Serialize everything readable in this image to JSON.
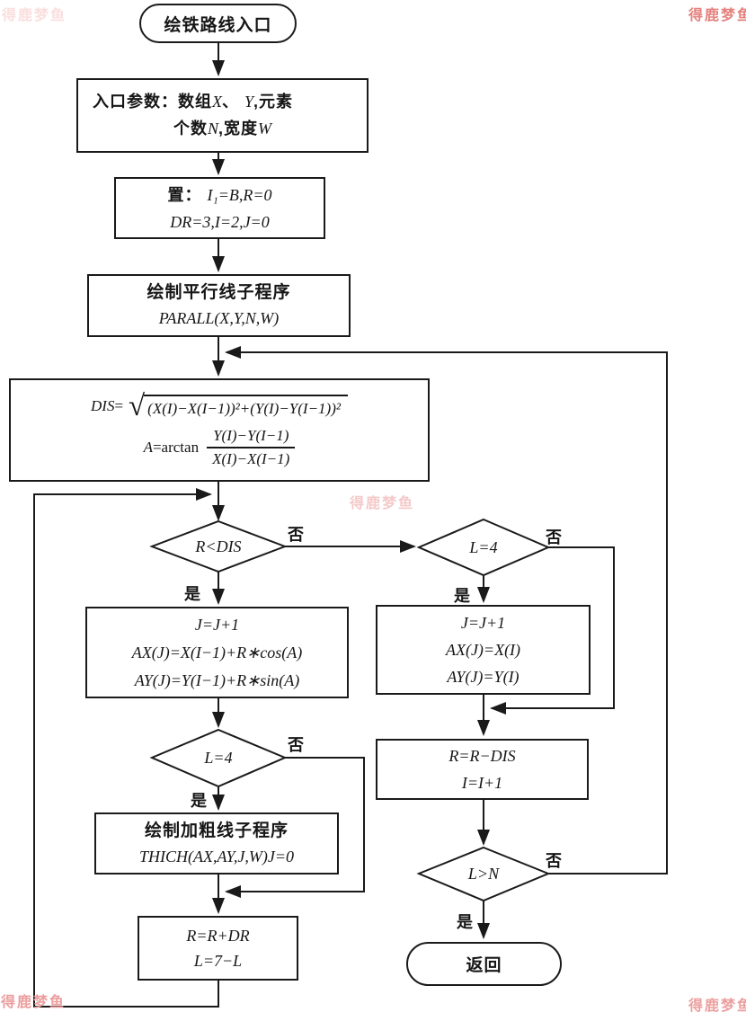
{
  "watermark": {
    "text": "得鹿梦鱼",
    "colors": [
      "#fbdede",
      "#e4807d",
      "#f5c9c9",
      "#ec9e9e",
      "#ec9e9e"
    ]
  },
  "edge_labels": {
    "yes": "是",
    "no": "否"
  },
  "nodes": {
    "start": {
      "label": "绘铁路线入口"
    },
    "entry_params": {
      "line1_parts": [
        {
          "t": "入口参数：数组",
          "s": "cjk fs18"
        },
        {
          "t": "X",
          "s": "math fs18"
        },
        {
          "t": "、 ",
          "s": "cjk fs18"
        },
        {
          "t": "Y",
          "s": "math fs18"
        },
        {
          "t": ",元素",
          "s": "cjk fs18"
        }
      ],
      "line2_parts": [
        {
          "t": "个数",
          "s": "cjk fs18"
        },
        {
          "t": "N",
          "s": "math fs18"
        },
        {
          "t": ",宽度",
          "s": "cjk fs18"
        },
        {
          "t": "W",
          "s": "math fs18"
        }
      ]
    },
    "init": {
      "line1_parts": [
        {
          "t": "置： ",
          "s": "cjk fs18"
        },
        {
          "t": "I₁=B,R=0",
          "s": "math fs18"
        }
      ],
      "line2": "DR=3,I=2,J=0"
    },
    "parallel": {
      "line1": "绘制平行线子程序",
      "line2": "PARALL(X,Y,N,W)"
    },
    "formula": {
      "dis_parts": [
        {
          "t": "DIS",
          "s": "math"
        },
        {
          "t": "=",
          "s": "mu"
        }
      ],
      "sqrt_sign": "√",
      "sqrt_expr": "(X(I)−X(I−1))²+(Y(I)−Y(I−1))²",
      "arctan_parts": [
        {
          "t": "A",
          "s": "math"
        },
        {
          "t": "=arctan",
          "s": "mu"
        }
      ],
      "frac_num": "Y(I)−Y(I−1)",
      "frac_den": "X(I)−X(I−1)"
    },
    "dec_r_dis": {
      "label": "R<DIS"
    },
    "dec_l4_right": {
      "label": "L=4"
    },
    "calc_left": {
      "line1": "J=J+1",
      "line2": "AX(J)=X(I−1)+R∗cos(A)",
      "line3": "AY(J)=Y(I−1)+R∗sin(A)"
    },
    "calc_right": {
      "line1": "J=J+1",
      "line2": "AX(J)=X(I)",
      "line3": "AY(J)=Y(I)"
    },
    "dec_l4_left": {
      "label": "L=4"
    },
    "thick": {
      "line1": "绘制加粗线子程序",
      "line2": "THICH(AX,AY,J,W)J=0"
    },
    "update_left": {
      "line1": "R=R+DR",
      "line2": "L=7−L"
    },
    "update_right": {
      "line1": "R=R−DIS",
      "line2": "I=I+1"
    },
    "dec_l_gt_n": {
      "label": "L>N"
    },
    "return": {
      "label": "返回"
    }
  }
}
